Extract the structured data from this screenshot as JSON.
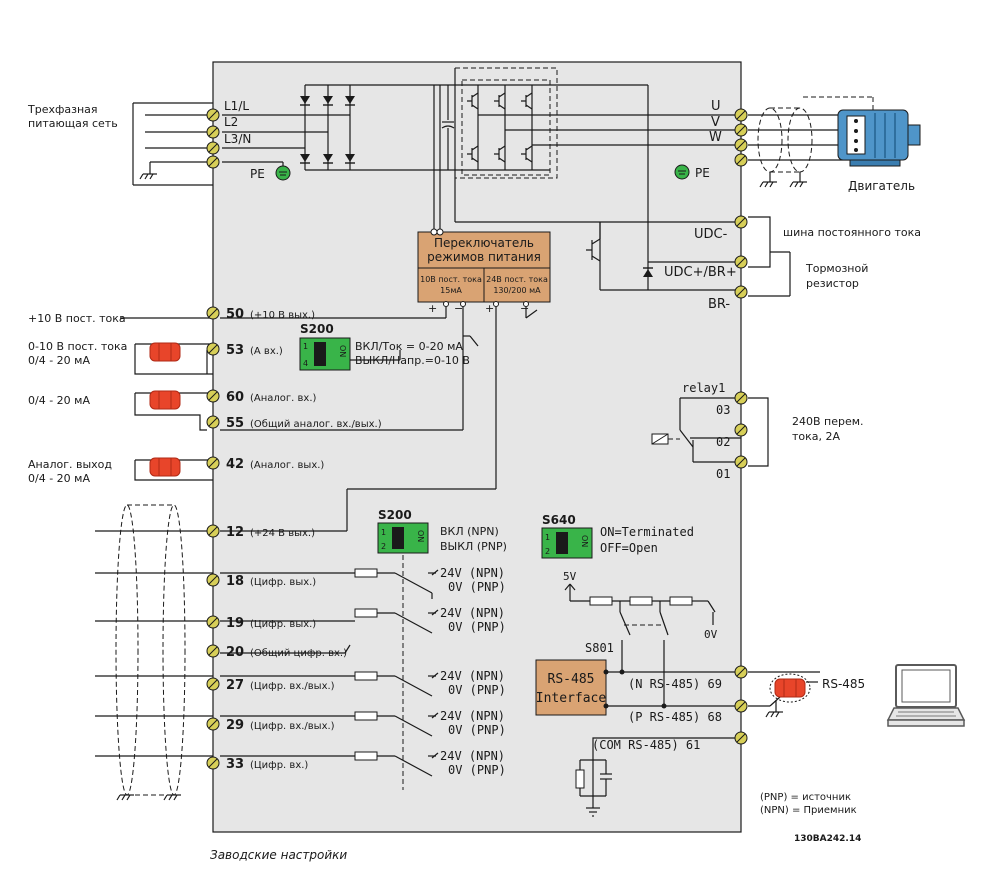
{
  "colors": {
    "housing": "#e6e6e6",
    "terminal": "#d7cf58",
    "switch_green": "#39b449",
    "block_brown": "#d9a373",
    "ferrite_red": "#e8452a",
    "motor_blue": "#4f95c9"
  },
  "left_labels": {
    "supply": [
      "Трехфазная",
      "питающая сеть"
    ],
    "plus10": "+10 В пост. тока",
    "analog_in_53": [
      "0-10 В пост. тока",
      "0/4 - 20 мА"
    ],
    "analog_in_60": "0/4 - 20 мА",
    "analog_out": [
      "Аналог. выход",
      "0/4 - 20 мА"
    ]
  },
  "power_terminals": {
    "l1": "L1/L",
    "l2": "L2",
    "l3": "L3/N",
    "pe": "PE"
  },
  "motor_terminals": {
    "u": "U",
    "v": "V",
    "w": "W",
    "pe": "PE"
  },
  "motor_label": "Двигатель",
  "dc_terminals": {
    "udc_minus": "UDC-",
    "udc_plus": "UDC+/BR+",
    "br_minus": "BR-"
  },
  "dc_labels": {
    "dc_bus": "шина постоянного тока",
    "brake": [
      "Тормозной",
      "резистор"
    ]
  },
  "mode_switch": {
    "title": [
      "Переключатель",
      "режимов питания"
    ],
    "left_box": [
      "10В пост. тока",
      "15мА"
    ],
    "right_box": [
      "24В пост. тока",
      "130/200 мА"
    ]
  },
  "control_terminals": [
    {
      "num": "50",
      "desc": "(+10 В вых.)"
    },
    {
      "num": "53",
      "desc": "(А вх.)"
    },
    {
      "num": "60",
      "desc": "(Аналог. вх.)"
    },
    {
      "num": "55",
      "desc": "(Общий аналог. вх./вых.)"
    },
    {
      "num": "42",
      "desc": "(Аналог. вых.)"
    },
    {
      "num": "12",
      "desc": "(+24 В вых.)"
    },
    {
      "num": "18",
      "desc": "(Цифр. вых.)"
    },
    {
      "num": "19",
      "desc": "(Цифр. вых.)"
    },
    {
      "num": "20",
      "desc": "(Общий цифр. вх.)"
    },
    {
      "num": "27",
      "desc": "(Цифр. вх./вых.)"
    },
    {
      "num": "29",
      "desc": "(Цифр. вх./вых.)"
    },
    {
      "num": "33",
      "desc": "(Цифр. вх.)"
    }
  ],
  "s200_a": {
    "name": "S200",
    "on_label": "ON",
    "pos": [
      "1",
      "4"
    ],
    "line1": "ВКЛ/Ток = 0-20 мА",
    "line2": "ВЫКЛ/Напр.=0-10 В"
  },
  "s200_b": {
    "name": "S200",
    "on_label": "ON",
    "pos": [
      "1",
      "2"
    ],
    "line1": "ВКЛ (NPN)",
    "line2": "ВЫКЛ (PNP)"
  },
  "s640": {
    "name": "S640",
    "on_label": "ON",
    "pos": [
      "1",
      "2"
    ],
    "line1": "ON=Terminated",
    "line2": "OFF=Open"
  },
  "npn_pnp": {
    "npn": "24V (NPN)",
    "pnp": "0V (PNP)"
  },
  "relay": {
    "name": "relay1",
    "terminals": [
      "03",
      "02",
      "01"
    ],
    "label": [
      "240В перем.",
      "тока, 2А"
    ]
  },
  "rs485": {
    "block": [
      "RS-485",
      "Interface"
    ],
    "s801": "S801",
    "v5": "5V",
    "v0": "0V",
    "t69": "(N  RS-485) 69",
    "t68": "(P  RS-485) 68",
    "t61": "(COM  RS-485) 61",
    "ext_label": "RS-485"
  },
  "legend": [
    "(PNP) = источник",
    "(NPN) = Приемник"
  ],
  "code": "130BA242.14",
  "caption": "Заводские настройки"
}
